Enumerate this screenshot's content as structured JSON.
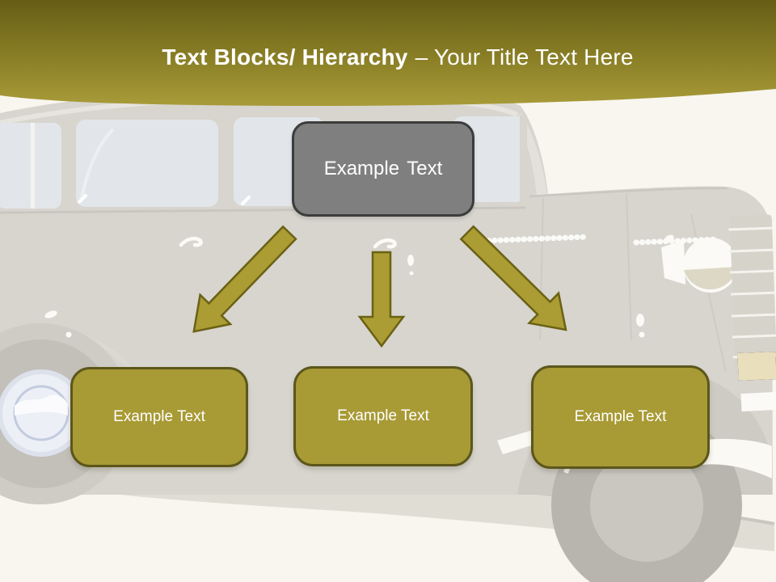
{
  "header": {
    "title_bold": "Text Blocks/ Hierarchy",
    "title_regular": "– Your Title Text Here"
  },
  "diagram": {
    "root_box": {
      "label": "Example Text"
    },
    "child_boxes": [
      {
        "label": "Example Text"
      },
      {
        "label": "Example Text"
      },
      {
        "label": "Example Text"
      }
    ],
    "arrows": [
      "arrow-down-left",
      "arrow-down",
      "arrow-down-right"
    ]
  },
  "background": {
    "illustration": "vintage-car"
  },
  "colors": {
    "canvas_bg": "#f8f6ef",
    "header_gradient_top": "#665d16",
    "header_gradient_bottom": "#a89b39",
    "title_text": "#ffffff",
    "root_box_fill": "#7f7f7f",
    "root_box_border": "#3c3c3c",
    "child_box_fill": "#a89a35",
    "child_box_border": "#5c561b",
    "arrow_fill": "#ab9c33",
    "arrow_border": "#6b6114",
    "car_body": "#d7d5ce",
    "car_window": "#e2e6ea",
    "car_shadow": "#e0ddd4"
  }
}
